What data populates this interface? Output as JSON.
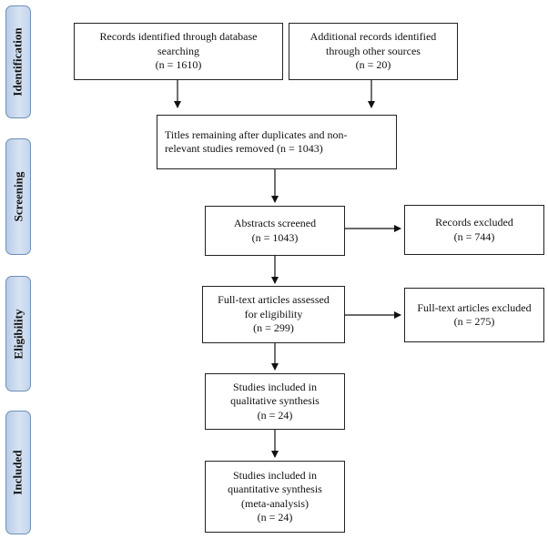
{
  "stages": {
    "identification": "Identification",
    "screening": "Screening",
    "eligibility": "Eligibility",
    "included": "Included"
  },
  "boxes": {
    "database": {
      "line1": "Records identified through database",
      "line2": "searching",
      "line3": "(n =   1610)"
    },
    "other_sources": {
      "line1": "Additional records identified",
      "line2": "through other sources",
      "line3": "(n =   20)"
    },
    "duplicates_removed": {
      "line1": "Titles remaining after duplicates and non-",
      "line2": "relevant studies removed (n =   1043)"
    },
    "abstracts_screened": {
      "line1": "Abstracts screened",
      "line2": "(n =   1043)"
    },
    "records_excluded": {
      "line1": "Records excluded",
      "line2": "(n =   744)"
    },
    "fulltext_assessed": {
      "line1": "Full-text articles assessed",
      "line2": "for eligibility",
      "line3": "(n =   299)"
    },
    "fulltext_excluded": {
      "line1": "Full-text articles excluded",
      "line2": "(n =   275)"
    },
    "qualitative": {
      "line1": "Studies included in",
      "line2": "qualitative synthesis",
      "line3": "(n =   24)"
    },
    "quantitative": {
      "line1": "Studies included in",
      "line2": "quantitative synthesis",
      "line3": "(meta-analysis)",
      "line4": "(n =   24)"
    }
  }
}
